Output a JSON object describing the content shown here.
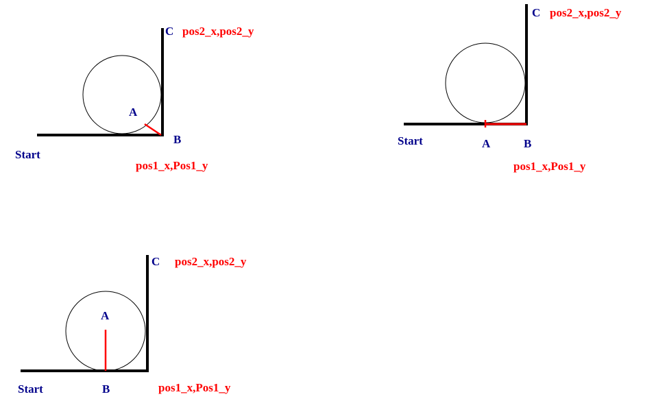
{
  "colors": {
    "ink": "#000000",
    "label": "#00008b",
    "coord": "#ff0000",
    "marker": "#ff0000"
  },
  "figures": [
    {
      "label_a": "A",
      "label_b": "B",
      "label_c": "C",
      "label_start": "Start",
      "coord_b": "pos1_x,Pos1_y",
      "coord_c": "pos2_x,pos2_y"
    },
    {
      "label_a": "A",
      "label_b": "B",
      "label_c": "C",
      "label_start": "Start",
      "coord_b": "pos1_x,Pos1_y",
      "coord_c": "pos2_x,pos2_y"
    },
    {
      "label_a": "A",
      "label_b": "B",
      "label_c": "C",
      "label_start": "Start",
      "coord_b": "pos1_x,Pos1_y",
      "coord_c": "pos2_x,pos2_y"
    }
  ]
}
